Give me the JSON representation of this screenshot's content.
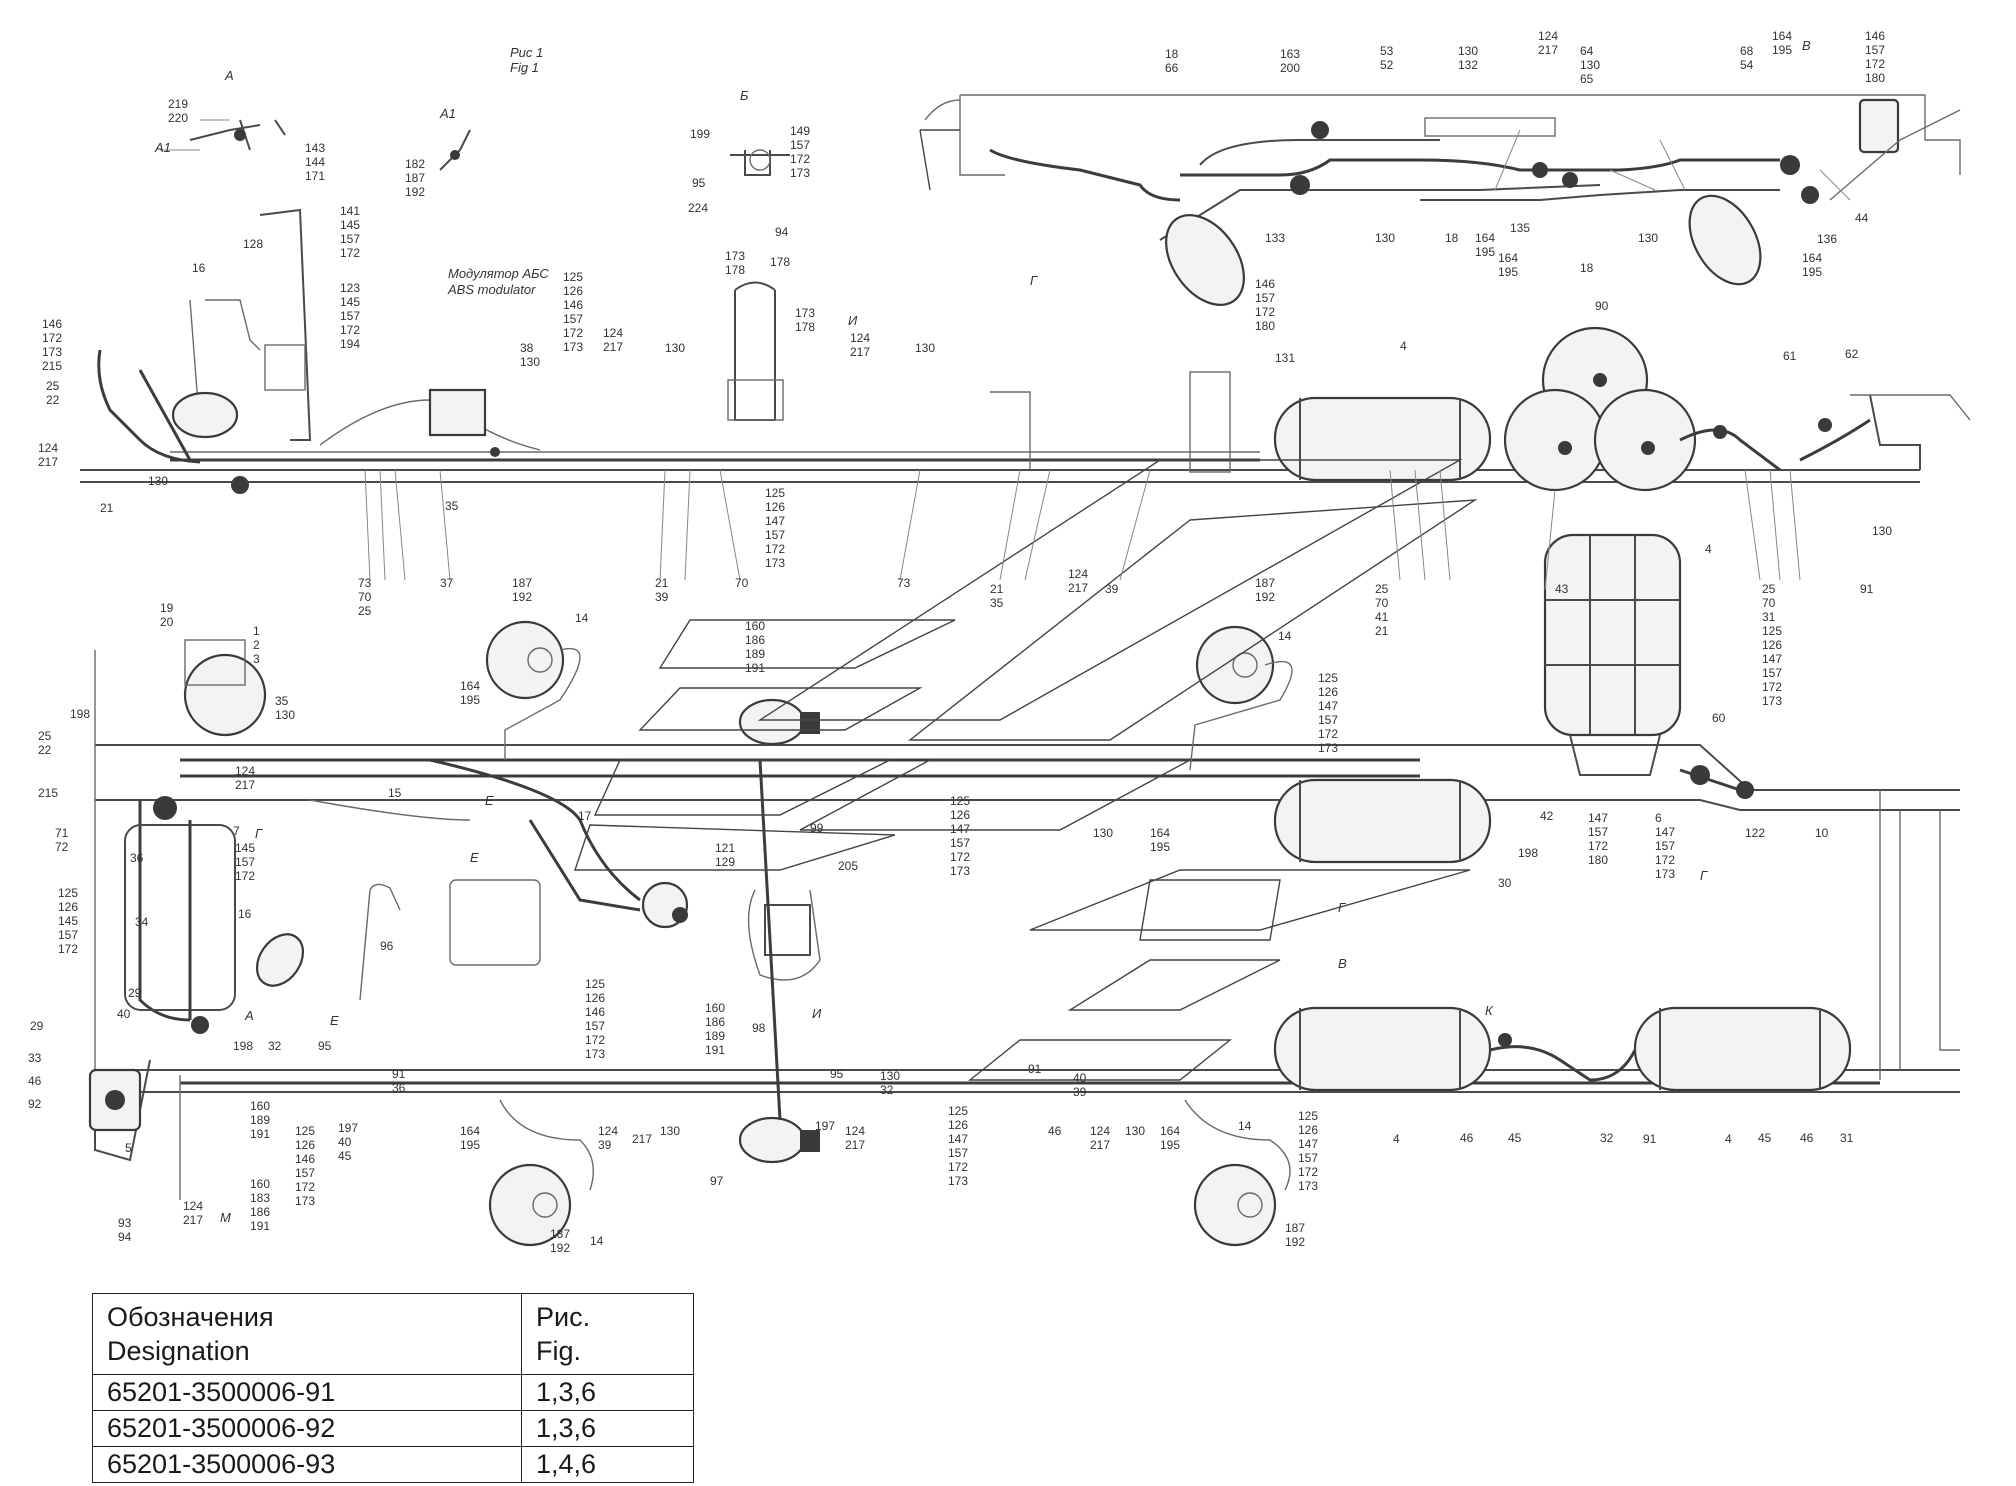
{
  "view_labels": [
    {
      "id": "a",
      "text": "А"
    },
    {
      "id": "a1",
      "text": "А1"
    },
    {
      "id": "b",
      "text": "Б"
    },
    {
      "id": "v",
      "text": "В"
    },
    {
      "id": "g",
      "text": "Г"
    },
    {
      "id": "i",
      "text": "И"
    },
    {
      "id": "e",
      "text": "Е"
    },
    {
      "id": "k",
      "text": "К"
    },
    {
      "id": "m",
      "text": "М"
    },
    {
      "id": "fig",
      "text": "Рис 1"
    },
    {
      "id": "fig_en",
      "text": "Fig 1"
    }
  ],
  "annotations": {
    "abs_ru": "Модулятор АБС",
    "abs_en": "ABS modulator"
  },
  "callouts": [
    {
      "id": "c1",
      "lines": [
        "219",
        "220"
      ]
    },
    {
      "id": "c2",
      "lines": [
        "143",
        "144",
        "171"
      ]
    },
    {
      "id": "c3",
      "lines": [
        "182",
        "187",
        "192"
      ]
    },
    {
      "id": "c4",
      "lines": [
        "199"
      ]
    },
    {
      "id": "c5",
      "lines": [
        "95"
      ]
    },
    {
      "id": "c6",
      "lines": [
        "224"
      ]
    },
    {
      "id": "c7",
      "lines": [
        "94"
      ]
    },
    {
      "id": "c8",
      "lines": [
        "149",
        "157",
        "172",
        "173"
      ]
    },
    {
      "id": "c9",
      "lines": [
        "141",
        "145",
        "157",
        "172"
      ]
    },
    {
      "id": "c10",
      "lines": [
        "128"
      ]
    },
    {
      "id": "c11",
      "lines": [
        "16"
      ]
    },
    {
      "id": "c12",
      "lines": [
        "123",
        "145",
        "157",
        "172",
        "194"
      ]
    },
    {
      "id": "c13",
      "lines": [
        "146",
        "172",
        "173",
        "215"
      ]
    },
    {
      "id": "c14",
      "lines": [
        "25",
        "22"
      ]
    },
    {
      "id": "c15",
      "lines": [
        "124",
        "217"
      ]
    },
    {
      "id": "c16",
      "lines": [
        "21"
      ]
    },
    {
      "id": "c17",
      "lines": [
        "130"
      ]
    },
    {
      "id": "c18",
      "lines": [
        "35"
      ]
    },
    {
      "id": "c19",
      "lines": [
        "38",
        "130"
      ]
    },
    {
      "id": "c20",
      "lines": [
        "125",
        "126",
        "146",
        "157",
        "172",
        "173"
      ]
    },
    {
      "id": "c21",
      "lines": [
        "124",
        "217"
      ]
    },
    {
      "id": "c22",
      "lines": [
        "130"
      ]
    },
    {
      "id": "c23",
      "lines": [
        "173",
        "178"
      ]
    },
    {
      "id": "c24",
      "lines": [
        "178"
      ]
    },
    {
      "id": "c25",
      "lines": [
        "173",
        "178"
      ]
    },
    {
      "id": "c26",
      "lines": [
        "124",
        "217"
      ]
    },
    {
      "id": "c27",
      "lines": [
        "130"
      ]
    },
    {
      "id": "c28",
      "lines": [
        "125",
        "126",
        "147",
        "157",
        "172",
        "173"
      ]
    },
    {
      "id": "c29",
      "lines": [
        "73",
        "70",
        "25"
      ]
    },
    {
      "id": "c30",
      "lines": [
        "37"
      ]
    },
    {
      "id": "c31",
      "lines": [
        "21",
        "39"
      ]
    },
    {
      "id": "c32",
      "lines": [
        "70"
      ]
    },
    {
      "id": "c33",
      "lines": [
        "73"
      ]
    },
    {
      "id": "c34",
      "lines": [
        "21",
        "35"
      ]
    },
    {
      "id": "c35",
      "lines": [
        "124",
        "217"
      ]
    },
    {
      "id": "c36",
      "lines": [
        "39"
      ]
    },
    {
      "id": "c37",
      "lines": [
        "146",
        "157",
        "172",
        "180"
      ]
    },
    {
      "id": "c38",
      "lines": [
        "131"
      ]
    },
    {
      "id": "c39",
      "lines": [
        "4"
      ]
    },
    {
      "id": "c40",
      "lines": [
        "90"
      ]
    },
    {
      "id": "c41",
      "lines": [
        "61"
      ]
    },
    {
      "id": "c42",
      "lines": [
        "62"
      ]
    },
    {
      "id": "c43",
      "lines": [
        "130"
      ]
    },
    {
      "id": "c44",
      "lines": [
        "25",
        "70",
        "41",
        "21"
      ]
    },
    {
      "id": "c45",
      "lines": [
        "43"
      ]
    },
    {
      "id": "c46",
      "lines": [
        "4"
      ]
    },
    {
      "id": "c47",
      "lines": [
        "25",
        "70",
        "31",
        "125",
        "126",
        "147",
        "157",
        "172",
        "173"
      ]
    },
    {
      "id": "c48",
      "lines": [
        "91"
      ]
    },
    {
      "id": "c49",
      "lines": [
        "163",
        "200"
      ]
    },
    {
      "id": "c50",
      "lines": [
        "18",
        "66"
      ]
    },
    {
      "id": "c51",
      "lines": [
        "53",
        "52"
      ]
    },
    {
      "id": "c52",
      "lines": [
        "130",
        "132"
      ]
    },
    {
      "id": "c53",
      "lines": [
        "124",
        "217"
      ]
    },
    {
      "id": "c54",
      "lines": [
        "64",
        "130",
        "65"
      ]
    },
    {
      "id": "c55",
      "lines": [
        "68",
        "54"
      ]
    },
    {
      "id": "c56",
      "lines": [
        "164",
        "195"
      ]
    },
    {
      "id": "c57",
      "lines": [
        "146",
        "157",
        "172",
        "180"
      ]
    },
    {
      "id": "c58",
      "lines": [
        "133"
      ]
    },
    {
      "id": "c59",
      "lines": [
        "130"
      ]
    },
    {
      "id": "c60",
      "lines": [
        "18"
      ]
    },
    {
      "id": "c61",
      "lines": [
        "164",
        "195"
      ]
    },
    {
      "id": "c62",
      "lines": [
        "135"
      ]
    },
    {
      "id": "c63",
      "lines": [
        "164",
        "195"
      ]
    },
    {
      "id": "c64",
      "lines": [
        "18"
      ]
    },
    {
      "id": "c65",
      "lines": [
        "130"
      ]
    },
    {
      "id": "c66",
      "lines": [
        "136"
      ]
    },
    {
      "id": "c67",
      "lines": [
        "164",
        "195"
      ]
    },
    {
      "id": "c68",
      "lines": [
        "44"
      ]
    },
    {
      "id": "c69",
      "lines": [
        "19",
        "20"
      ]
    },
    {
      "id": "c70",
      "lines": [
        "1",
        "2",
        "3"
      ]
    },
    {
      "id": "c71",
      "lines": [
        "35",
        "130"
      ]
    },
    {
      "id": "c72",
      "lines": [
        "198"
      ]
    },
    {
      "id": "c73",
      "lines": [
        "25",
        "22"
      ]
    },
    {
      "id": "c74",
      "lines": [
        "215"
      ]
    },
    {
      "id": "c75",
      "lines": [
        "124",
        "217"
      ]
    },
    {
      "id": "c76",
      "lines": [
        "71",
        "72"
      ]
    },
    {
      "id": "c77",
      "lines": [
        "7"
      ]
    },
    {
      "id": "c78",
      "lines": [
        "145",
        "157",
        "172"
      ]
    },
    {
      "id": "c79",
      "lines": [
        "36"
      ]
    },
    {
      "id": "c80",
      "lines": [
        "125",
        "126",
        "145",
        "157",
        "172"
      ]
    },
    {
      "id": "c81",
      "lines": [
        "34"
      ]
    },
    {
      "id": "c82",
      "lines": [
        "16"
      ]
    },
    {
      "id": "c83",
      "lines": [
        "187",
        "192"
      ]
    },
    {
      "id": "c84",
      "lines": [
        "14"
      ]
    },
    {
      "id": "c85",
      "lines": [
        "164",
        "195"
      ]
    },
    {
      "id": "c86",
      "lines": [
        "15"
      ]
    },
    {
      "id": "c87",
      "lines": [
        "17"
      ]
    },
    {
      "id": "c88",
      "lines": [
        "160",
        "186",
        "189",
        "191"
      ]
    },
    {
      "id": "c89",
      "lines": [
        "121",
        "129"
      ]
    },
    {
      "id": "c90",
      "lines": [
        "99"
      ]
    },
    {
      "id": "c91",
      "lines": [
        "205"
      ]
    },
    {
      "id": "c92",
      "lines": [
        "96"
      ]
    },
    {
      "id": "c93",
      "lines": [
        "187",
        "192"
      ]
    },
    {
      "id": "c94",
      "lines": [
        "14"
      ]
    },
    {
      "id": "c95",
      "lines": [
        "125",
        "126",
        "147",
        "157",
        "172",
        "173"
      ]
    },
    {
      "id": "c96",
      "lines": [
        "125",
        "126",
        "147",
        "157",
        "172",
        "173"
      ]
    },
    {
      "id": "c97",
      "lines": [
        "130"
      ]
    },
    {
      "id": "c98",
      "lines": [
        "164",
        "195"
      ]
    },
    {
      "id": "c99",
      "lines": [
        "30"
      ]
    },
    {
      "id": "c100",
      "lines": [
        "198"
      ]
    },
    {
      "id": "c101",
      "lines": [
        "42"
      ]
    },
    {
      "id": "c102",
      "lines": [
        "147",
        "157",
        "172",
        "180"
      ]
    },
    {
      "id": "c103",
      "lines": [
        "6",
        "147",
        "157",
        "172",
        "173"
      ]
    },
    {
      "id": "c104",
      "lines": [
        "60"
      ]
    },
    {
      "id": "c105",
      "lines": [
        "122"
      ]
    },
    {
      "id": "c106",
      "lines": [
        "10"
      ]
    },
    {
      "id": "c107",
      "lines": [
        "29"
      ]
    },
    {
      "id": "c108",
      "lines": [
        "29"
      ]
    },
    {
      "id": "c109",
      "lines": [
        "40"
      ]
    },
    {
      "id": "c110",
      "lines": [
        "33"
      ]
    },
    {
      "id": "c111",
      "lines": [
        "46"
      ]
    },
    {
      "id": "c112",
      "lines": [
        "92"
      ]
    },
    {
      "id": "c113",
      "lines": [
        "5"
      ]
    },
    {
      "id": "c114",
      "lines": [
        "93",
        "94"
      ]
    },
    {
      "id": "c115",
      "lines": [
        "198"
      ]
    },
    {
      "id": "c116",
      "lines": [
        "32"
      ]
    },
    {
      "id": "c117",
      "lines": [
        "95"
      ]
    },
    {
      "id": "c118",
      "lines": [
        "125",
        "126",
        "146",
        "157",
        "172",
        "173"
      ]
    },
    {
      "id": "c119",
      "lines": [
        "124",
        "217"
      ]
    },
    {
      "id": "c120",
      "lines": [
        "160",
        "189",
        "191"
      ]
    },
    {
      "id": "c121",
      "lines": [
        "160",
        "183",
        "186",
        "191"
      ]
    },
    {
      "id": "c122",
      "lines": [
        "197",
        "40",
        "45"
      ]
    },
    {
      "id": "c123",
      "lines": [
        "91",
        "36"
      ]
    },
    {
      "id": "c124",
      "lines": [
        "164",
        "195"
      ]
    },
    {
      "id": "c125",
      "lines": [
        "125",
        "126",
        "146",
        "157",
        "172",
        "173"
      ]
    },
    {
      "id": "c126",
      "lines": [
        "124",
        "39"
      ]
    },
    {
      "id": "c127",
      "lines": [
        "217"
      ]
    },
    {
      "id": "c128",
      "lines": [
        "130"
      ]
    },
    {
      "id": "c129",
      "lines": [
        "187",
        "192"
      ]
    },
    {
      "id": "c130",
      "lines": [
        "14"
      ]
    },
    {
      "id": "c131",
      "lines": [
        "160",
        "186",
        "189",
        "191"
      ]
    },
    {
      "id": "c132",
      "lines": [
        "98"
      ]
    },
    {
      "id": "c133",
      "lines": [
        "95"
      ]
    },
    {
      "id": "c134",
      "lines": [
        "130",
        "32"
      ]
    },
    {
      "id": "c135",
      "lines": [
        "97"
      ]
    },
    {
      "id": "c136",
      "lines": [
        "197"
      ]
    },
    {
      "id": "c137",
      "lines": [
        "124",
        "217"
      ]
    },
    {
      "id": "c138",
      "lines": [
        "125",
        "126",
        "147",
        "157",
        "172",
        "173"
      ]
    },
    {
      "id": "c139",
      "lines": [
        "91"
      ]
    },
    {
      "id": "c140",
      "lines": [
        "40",
        "39"
      ]
    },
    {
      "id": "c141",
      "lines": [
        "46"
      ]
    },
    {
      "id": "c142",
      "lines": [
        "124",
        "217"
      ]
    },
    {
      "id": "c143",
      "lines": [
        "130"
      ]
    },
    {
      "id": "c144",
      "lines": [
        "164",
        "195"
      ]
    },
    {
      "id": "c145",
      "lines": [
        "14"
      ]
    },
    {
      "id": "c146",
      "lines": [
        "187",
        "192"
      ]
    },
    {
      "id": "c147",
      "lines": [
        "125",
        "126",
        "147",
        "157",
        "172",
        "173"
      ]
    },
    {
      "id": "c148",
      "lines": [
        "4"
      ]
    },
    {
      "id": "c149",
      "lines": [
        "46"
      ]
    },
    {
      "id": "c150",
      "lines": [
        "45"
      ]
    },
    {
      "id": "c151",
      "lines": [
        "32"
      ]
    },
    {
      "id": "c152",
      "lines": [
        "91"
      ]
    },
    {
      "id": "c153",
      "lines": [
        "4"
      ]
    },
    {
      "id": "c154",
      "lines": [
        "45"
      ]
    },
    {
      "id": "c155",
      "lines": [
        "46"
      ]
    },
    {
      "id": "c156",
      "lines": [
        "31"
      ]
    }
  ],
  "designation_table": {
    "col1_header": [
      "Обозначения",
      "Designation"
    ],
    "col2_header": [
      "Рис.",
      "Fig."
    ],
    "rows": [
      {
        "designation": "65201-3500006-91",
        "fig": "1,3,6"
      },
      {
        "designation": "65201-3500006-92",
        "fig": "1,3,6"
      },
      {
        "designation": "65201-3500006-93",
        "fig": "1,4,6"
      }
    ]
  }
}
